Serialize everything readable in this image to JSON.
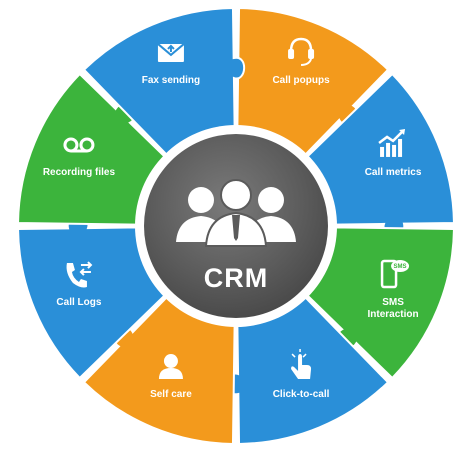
{
  "center": {
    "title": "CRM",
    "icon": "people-group-icon"
  },
  "segments": [
    {
      "label": [
        "Call popups"
      ],
      "color": "#f39a1c",
      "icon": "headset-icon"
    },
    {
      "label": [
        "Call metrics"
      ],
      "color": "#2a8fd8",
      "icon": "bar-chart-icon"
    },
    {
      "label": [
        "SMS",
        "Interaction"
      ],
      "color": "#3cb43c",
      "icon": "sms-phone-icon"
    },
    {
      "label": [
        "Click-to-call"
      ],
      "color": "#2a8fd8",
      "icon": "hand-click-icon"
    },
    {
      "label": [
        "Self care"
      ],
      "color": "#f39a1c",
      "icon": "user-icon"
    },
    {
      "label": [
        "Call Logs"
      ],
      "color": "#2a8fd8",
      "icon": "phone-log-icon"
    },
    {
      "label": [
        "Recording files"
      ],
      "color": "#3cb43c",
      "icon": "voicemail-icon"
    },
    {
      "label": [
        "Fax sending"
      ],
      "color": "#2a8fd8",
      "icon": "fax-envelope-icon"
    }
  ]
}
